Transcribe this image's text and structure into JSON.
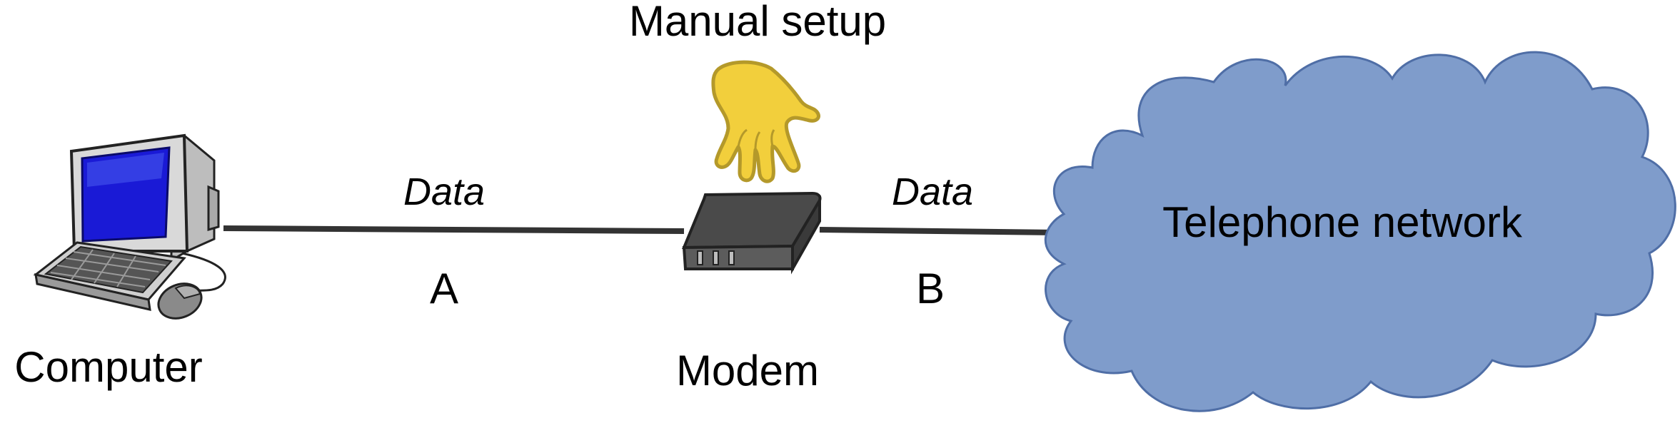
{
  "labels": {
    "computer": "Computer",
    "modem": "Modem",
    "manual_setup": "Manual setup",
    "telephone_network": "Telephone network",
    "link_a_data": "Data",
    "link_b_data": "Data",
    "link_a": "A",
    "link_b": "B"
  },
  "colors": {
    "cloud_fill": "#7f9ccb",
    "cloud_stroke": "#4f6ea6",
    "line": "#333333",
    "hand_fill": "#f2cf3c",
    "hand_stroke": "#b4992a",
    "modem_body": "#4a4a4a",
    "monitor_screen": "#1a1ad6"
  },
  "icons": {
    "computer": "computer-icon",
    "modem": "modem-icon",
    "hand": "hand-icon",
    "cloud": "cloud-shape"
  }
}
